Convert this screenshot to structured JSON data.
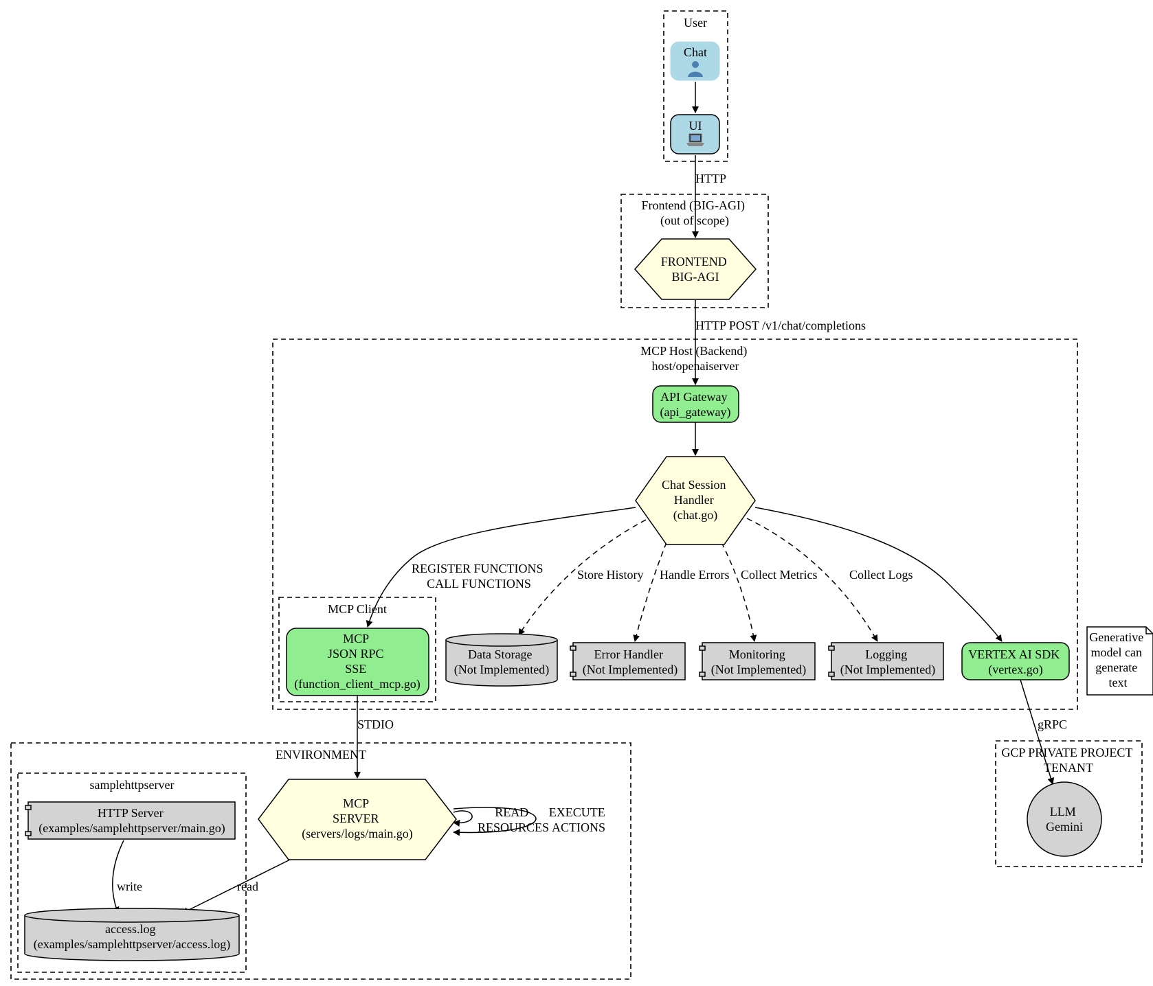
{
  "clusters": {
    "user": "User",
    "frontend": [
      "Frontend (BIG-AGI)",
      "(out of scope)"
    ],
    "mcp_host": [
      "MCP Host (Backend)",
      "host/openaiserver"
    ],
    "mcp_client": "MCP Client",
    "environment": "ENVIRONMENT",
    "samplehttpserver": "samplehttpserver",
    "gcp": [
      "GCP PRIVATE PROJECT",
      "TENANT"
    ]
  },
  "nodes": {
    "chat": {
      "label": "Chat",
      "icon": "user-icon"
    },
    "ui": {
      "label": "UI",
      "icon": "laptop-icon"
    },
    "frontend": [
      "FRONTEND",
      "BIG-AGI"
    ],
    "api_gateway": [
      "API Gateway",
      "(api_gateway)"
    ],
    "chat_session": [
      "Chat Session",
      "Handler",
      "(chat.go)"
    ],
    "mcp_client": [
      "MCP",
      "JSON RPC",
      "SSE",
      "(function_client_mcp.go)"
    ],
    "data_storage": [
      "Data Storage",
      "(Not Implemented)"
    ],
    "error_handler": [
      "Error Handler",
      "(Not Implemented)"
    ],
    "monitoring": [
      "Monitoring",
      "(Not Implemented)"
    ],
    "logging": [
      "Logging",
      "(Not Implemented)"
    ],
    "vertex": [
      "VERTEX AI SDK",
      "(vertex.go)"
    ],
    "note": [
      "Generative",
      "model can",
      "generate",
      "text"
    ],
    "mcp_server": [
      "MCP",
      "SERVER",
      "(servers/logs/main.go)"
    ],
    "http_server": [
      "HTTP Server",
      "(examples/samplehttpserver/main.go)"
    ],
    "access_log": [
      "access.log",
      "(examples/samplehttpserver/access.log)"
    ],
    "llm": [
      "LLM",
      "Gemini"
    ]
  },
  "edges": {
    "http": "HTTP",
    "http_post": "HTTP POST /v1/chat/completions",
    "register": [
      "REGISTER FUNCTIONS",
      "CALL FUNCTIONS"
    ],
    "store_history": "Store History",
    "handle_errors": "Handle Errors",
    "collect_metrics": "Collect Metrics",
    "collect_logs": "Collect Logs",
    "stdio": "STDIO",
    "grpc": "gRPC",
    "read_resources": [
      "READ",
      "RESOURCES"
    ],
    "execute_actions": [
      "EXECUTE",
      "ACTIONS"
    ],
    "write": "write",
    "read": "read"
  },
  "colors": {
    "light_blue": "#add8e6",
    "light_green": "#90ee90",
    "light_yellow": "#ffffe0",
    "light_gray": "#d3d3d3"
  }
}
